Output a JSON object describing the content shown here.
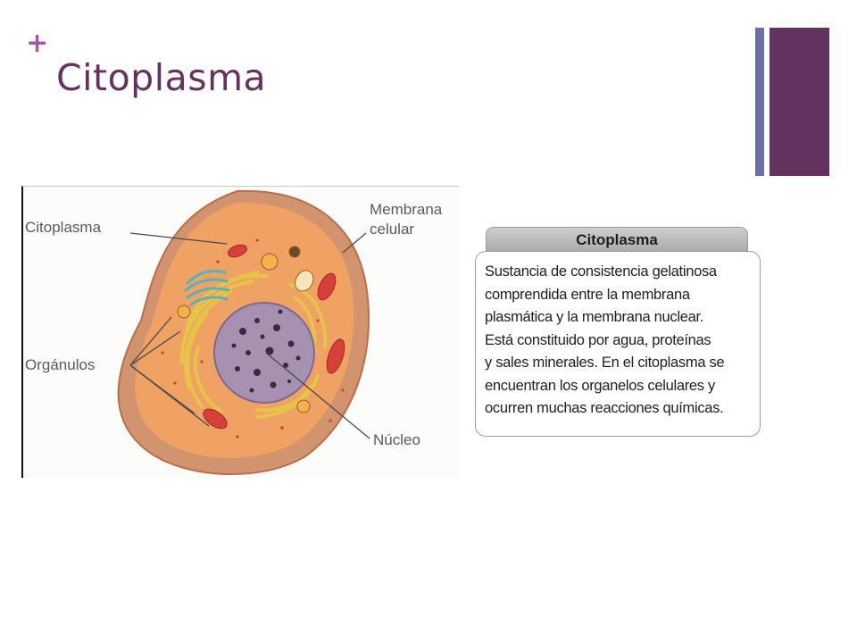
{
  "slide": {
    "plus_mark": "+",
    "title": "Citoplasma",
    "accent_color": "#64325f",
    "plus_color": "#a35aa0",
    "thin_bar_color": "#6d6ea6"
  },
  "diagram": {
    "labels": {
      "citoplasma": "Citoplasma",
      "membrana_line1": "Membrana",
      "membrana_line2": "celular",
      "organulos": "Orgánulos",
      "nucleo": "Núcleo"
    },
    "colors": {
      "membrane": "#d2936f",
      "cytoplasm": "#f0a264",
      "nucleus": "#a691b0",
      "endoplasmic_reticulum": "#e6c44a",
      "golgi": "#57b3b5",
      "mitochondria": "#d6403a"
    }
  },
  "info_box": {
    "heading": "Citoplasma",
    "lines": [
      "Sustancia de consistencia gelatinosa",
      "comprendida entre la membrana",
      "plasmática y la membrana nuclear.",
      "Está constituido por agua, proteínas",
      "y sales minerales. En el citoplasma se",
      "encuentran los organelos celulares y",
      "ocurren muchas reacciones químicas."
    ]
  }
}
